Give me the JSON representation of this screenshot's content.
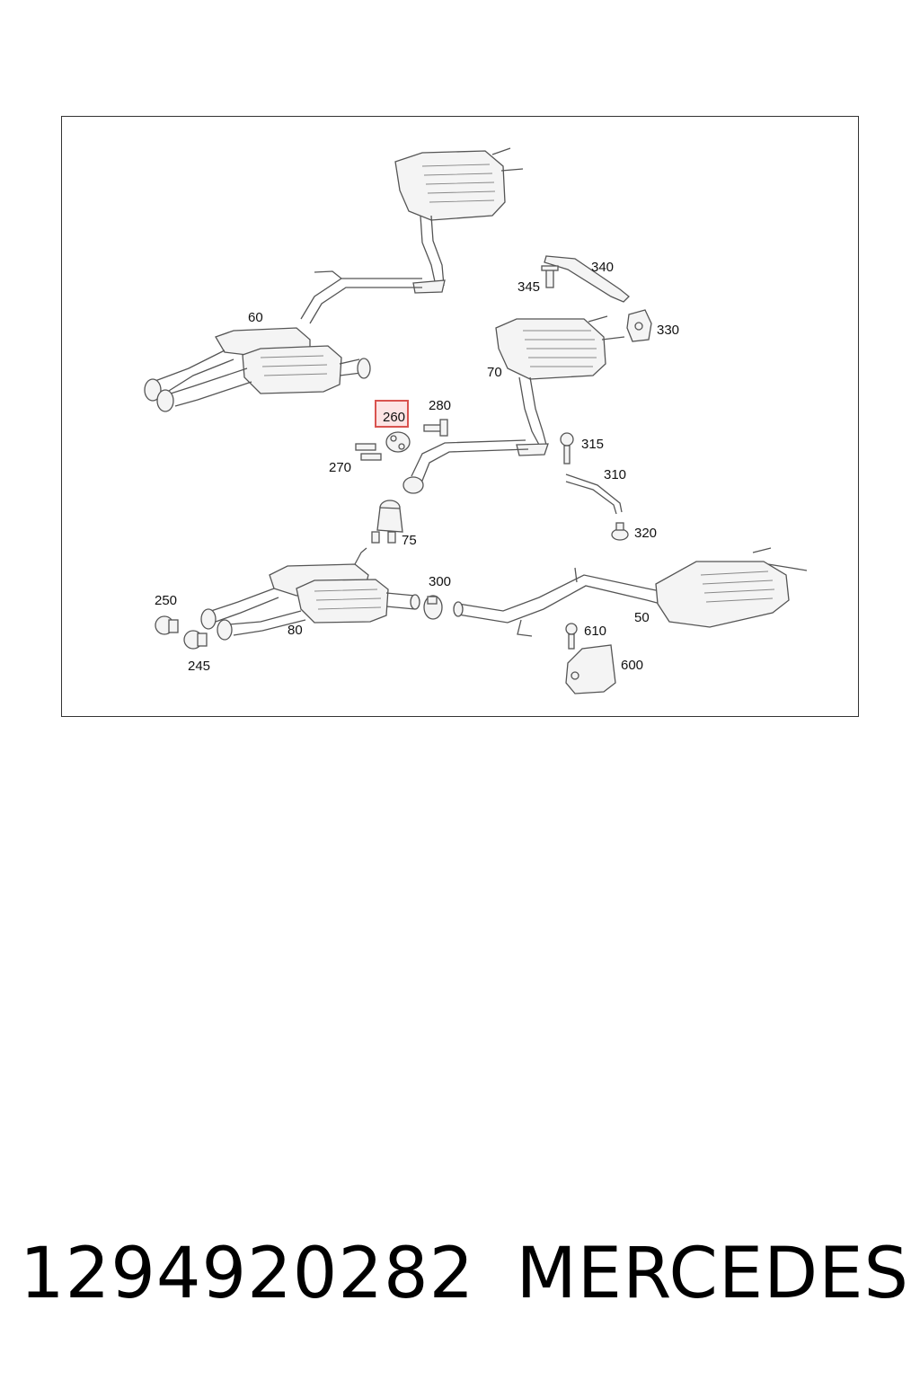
{
  "diagram": {
    "callouts": [
      {
        "id": "60",
        "label": "60"
      },
      {
        "id": "340",
        "label": "340"
      },
      {
        "id": "345",
        "label": "345"
      },
      {
        "id": "330",
        "label": "330"
      },
      {
        "id": "70",
        "label": "70"
      },
      {
        "id": "260",
        "label": "260",
        "highlighted": true
      },
      {
        "id": "280",
        "label": "280"
      },
      {
        "id": "315",
        "label": "315"
      },
      {
        "id": "270",
        "label": "270"
      },
      {
        "id": "310",
        "label": "310"
      },
      {
        "id": "75",
        "label": "75"
      },
      {
        "id": "320",
        "label": "320"
      },
      {
        "id": "250",
        "label": "250"
      },
      {
        "id": "300",
        "label": "300"
      },
      {
        "id": "610",
        "label": "610"
      },
      {
        "id": "50",
        "label": "50"
      },
      {
        "id": "80",
        "label": "80"
      },
      {
        "id": "600",
        "label": "600"
      },
      {
        "id": "245",
        "label": "245"
      }
    ],
    "highlight_color": "#d9534f"
  },
  "caption": {
    "part_number": "1294920282",
    "brand": "MERCEDES"
  }
}
